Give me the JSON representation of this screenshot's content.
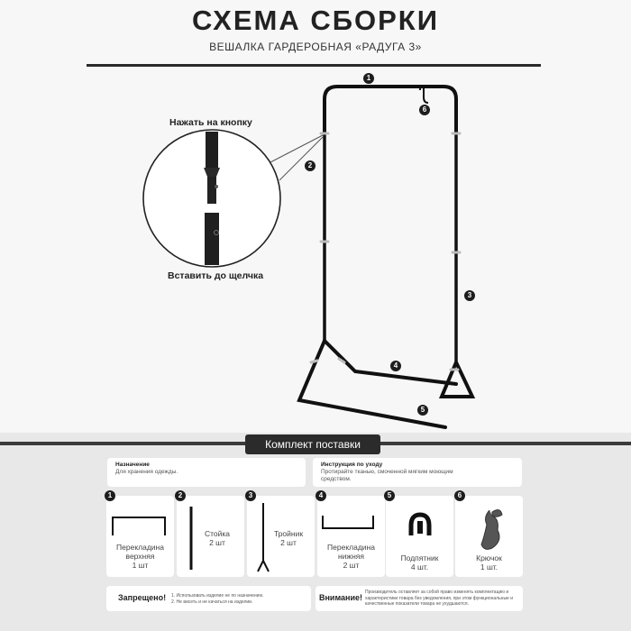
{
  "header": {
    "title": "СХЕМА СБОРКИ",
    "subtitle": "ВЕШАЛКА ГАРДЕРОБНАЯ «РАДУГА 3»"
  },
  "callouts": {
    "press": "Нажать на кнопку",
    "insert": "Вставить до щелчка"
  },
  "diagram_numbers": [
    "1",
    "2",
    "3",
    "4",
    "5",
    "6"
  ],
  "kit": {
    "heading": "Комплект поставки",
    "purpose": {
      "title": "Назначение",
      "text": "Для хранения одежды."
    },
    "care": {
      "title": "Инструкция по уходу",
      "text": "Протирайте тканью, смоченной мягким моющим средством."
    },
    "items": [
      {
        "num": "1",
        "label": "Перекладина\nверхняя\n1 шт"
      },
      {
        "num": "2",
        "label": "Стойка\n2 шт"
      },
      {
        "num": "3",
        "label": "Тройник\n2 шт"
      },
      {
        "num": "4",
        "label": "Перекладина\nнижняя\n2 шт"
      },
      {
        "num": "5",
        "label": "Подпятник\n4 шт."
      },
      {
        "num": "6",
        "label": "Крючок\n1 шт."
      }
    ],
    "forbidden": {
      "title": "Запрещено!",
      "line1": "1. Использовать изделие не по назначению.",
      "line2": "2. Не висеть и не качаться на изделии."
    },
    "attention": {
      "title": "Внимание!",
      "text": "Производитель оставляет за собой право изменять комплектацию и характеристики товара без уведомления, при этом функциональные и качественные показатели товара не ухудшаются."
    }
  }
}
